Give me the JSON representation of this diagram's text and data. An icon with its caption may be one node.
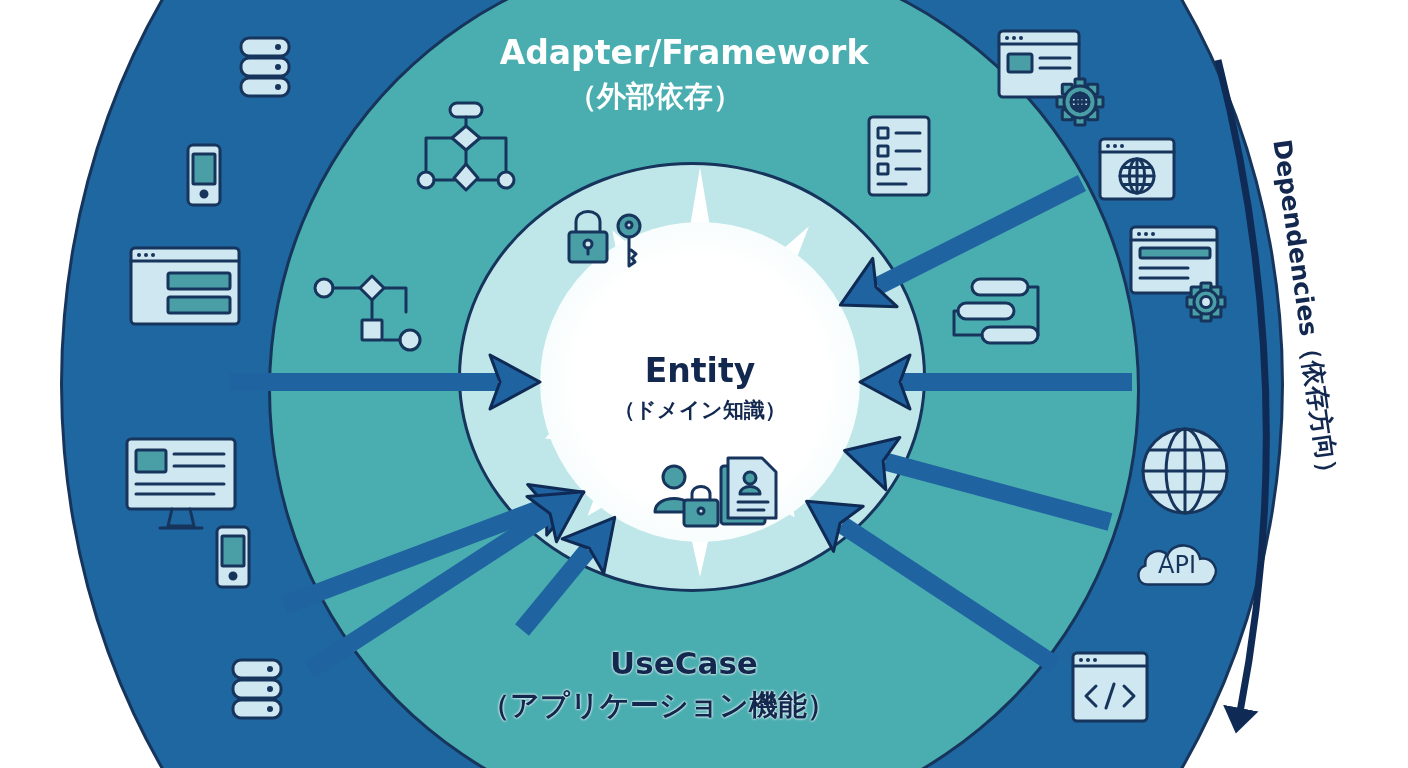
{
  "diagram": {
    "nodes": [
      {
        "text": [],
        "shape": "circle"
      },
      {
        "text": [
          "Adapter/Framework",
          "（外部依存）",
          "UseCase",
          "（アプリケーション機能）"
        ],
        "in": 0
      },
      {
        "text": [],
        "shape": "circle",
        "in": 1
      },
      {
        "text": [
          "Entity",
          "（ドメイン知識）"
        ],
        "in": 2
      },
      {
        "text": [
          "API"
        ],
        "in": 0
      }
    ],
    "edges": [
      {
        "from": null,
        "to": 3,
        "arrow": "to"
      },
      {
        "from": null,
        "to": 3,
        "arrow": "to"
      },
      {
        "from": null,
        "to": 3,
        "arrow": "to"
      },
      {
        "from": null,
        "to": 3,
        "arrow": "to"
      },
      {
        "from": null,
        "to": 3,
        "arrow": "to"
      },
      {
        "from": null,
        "to": 3,
        "arrow": "to"
      },
      {
        "from": null,
        "to": 3,
        "arrow": "to"
      },
      {
        "from": null,
        "to": 3,
        "arrow": "to"
      }
    ],
    "labels": [
      "Dependencies（依存方向）"
    ]
  }
}
